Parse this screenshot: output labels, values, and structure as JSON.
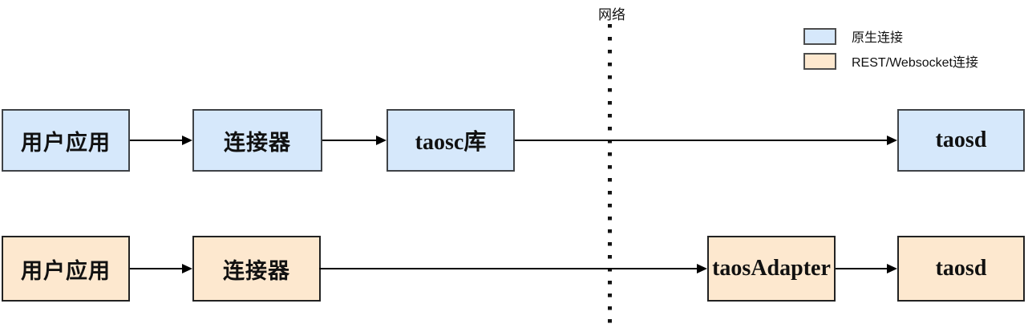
{
  "divider": {
    "label": "网络"
  },
  "legend": {
    "items": [
      {
        "label": "原生连接",
        "swatch_color": "#d6e8fb"
      },
      {
        "label": "REST/Websocket连接",
        "swatch_color": "#fde8cf"
      }
    ]
  },
  "rows": [
    {
      "id": "native-connection",
      "nodes": [
        {
          "id": "user-app",
          "label": "用户应用"
        },
        {
          "id": "connector",
          "label": "连接器"
        },
        {
          "id": "taosc-lib",
          "label": "taosc库"
        },
        {
          "id": "taosd",
          "label": "taosd"
        }
      ]
    },
    {
      "id": "rest-websocket-connection",
      "nodes": [
        {
          "id": "user-app",
          "label": "用户应用"
        },
        {
          "id": "connector",
          "label": "连接器"
        },
        {
          "id": "taos-adapter",
          "label": "taosAdapter"
        },
        {
          "id": "taosd",
          "label": "taosd"
        }
      ]
    }
  ],
  "colors": {
    "native_fill": "#d6e8fb",
    "native_border": "#3f4347",
    "rest_fill": "#fde8cf",
    "rest_border": "#222222",
    "line": "#000000",
    "background": "#ffffff"
  }
}
